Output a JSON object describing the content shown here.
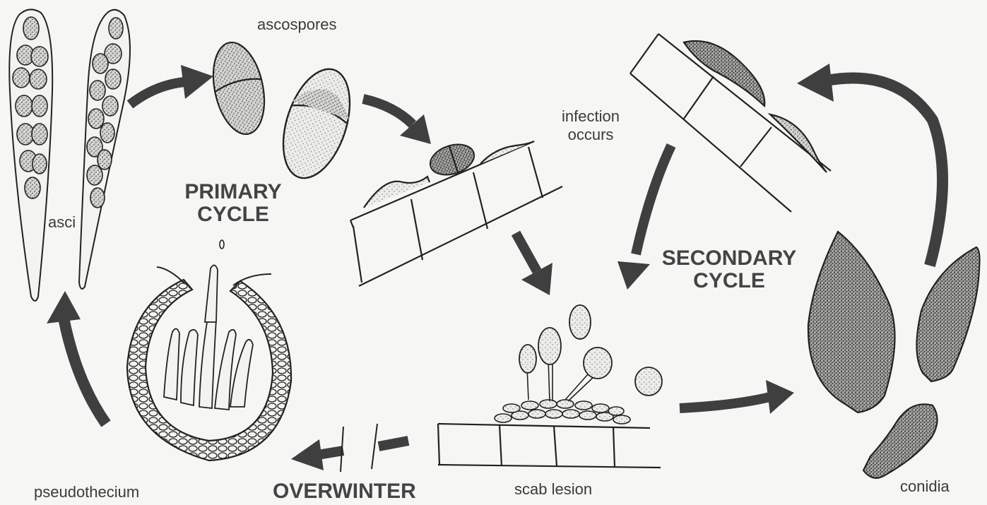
{
  "labels": {
    "ascospores": "ascospores",
    "asci": "asci",
    "infection_line1": "infection",
    "infection_line2": "occurs",
    "primary_line1": "PRIMARY",
    "primary_line2": "CYCLE",
    "secondary_line1": "SECONDARY",
    "secondary_line2": "CYCLE",
    "pseudothecium": "pseudothecium",
    "overwinter": "OVERWINTER",
    "scab_lesion": "scab lesion",
    "conidia": "conidia"
  },
  "colors": {
    "background": "#f6f6f4",
    "arrow": "#3f3f3f",
    "ink": "#2a2a2a",
    "stipple_fill": "#8a8a8a"
  },
  "icons": {
    "arrow": "curved-arrow-icon",
    "spore": "spore-icon",
    "cell_wall": "plant-cell-icon"
  }
}
